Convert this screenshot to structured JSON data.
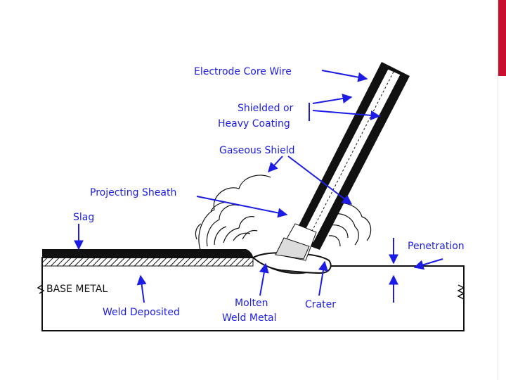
{
  "colors": {
    "label_blue": "#1c1ce6",
    "arrow_blue": "#1c1ce6",
    "ink": "#111111",
    "accent_red": "#c8102e"
  },
  "labels": {
    "electrode_core_wire": "Electrode Core Wire",
    "shielded_or": "Shielded or",
    "heavy_coating": "Heavy Coating",
    "gaseous_shield": "Gaseous Shield",
    "projecting_sheath": "Projecting Sheath",
    "slag": "Slag",
    "penetration": "Penetration",
    "base_metal": "BASE METAL",
    "weld_deposited": "Weld Deposited",
    "molten": "Molten",
    "weld_metal": "Weld Metal",
    "crater": "Crater"
  }
}
